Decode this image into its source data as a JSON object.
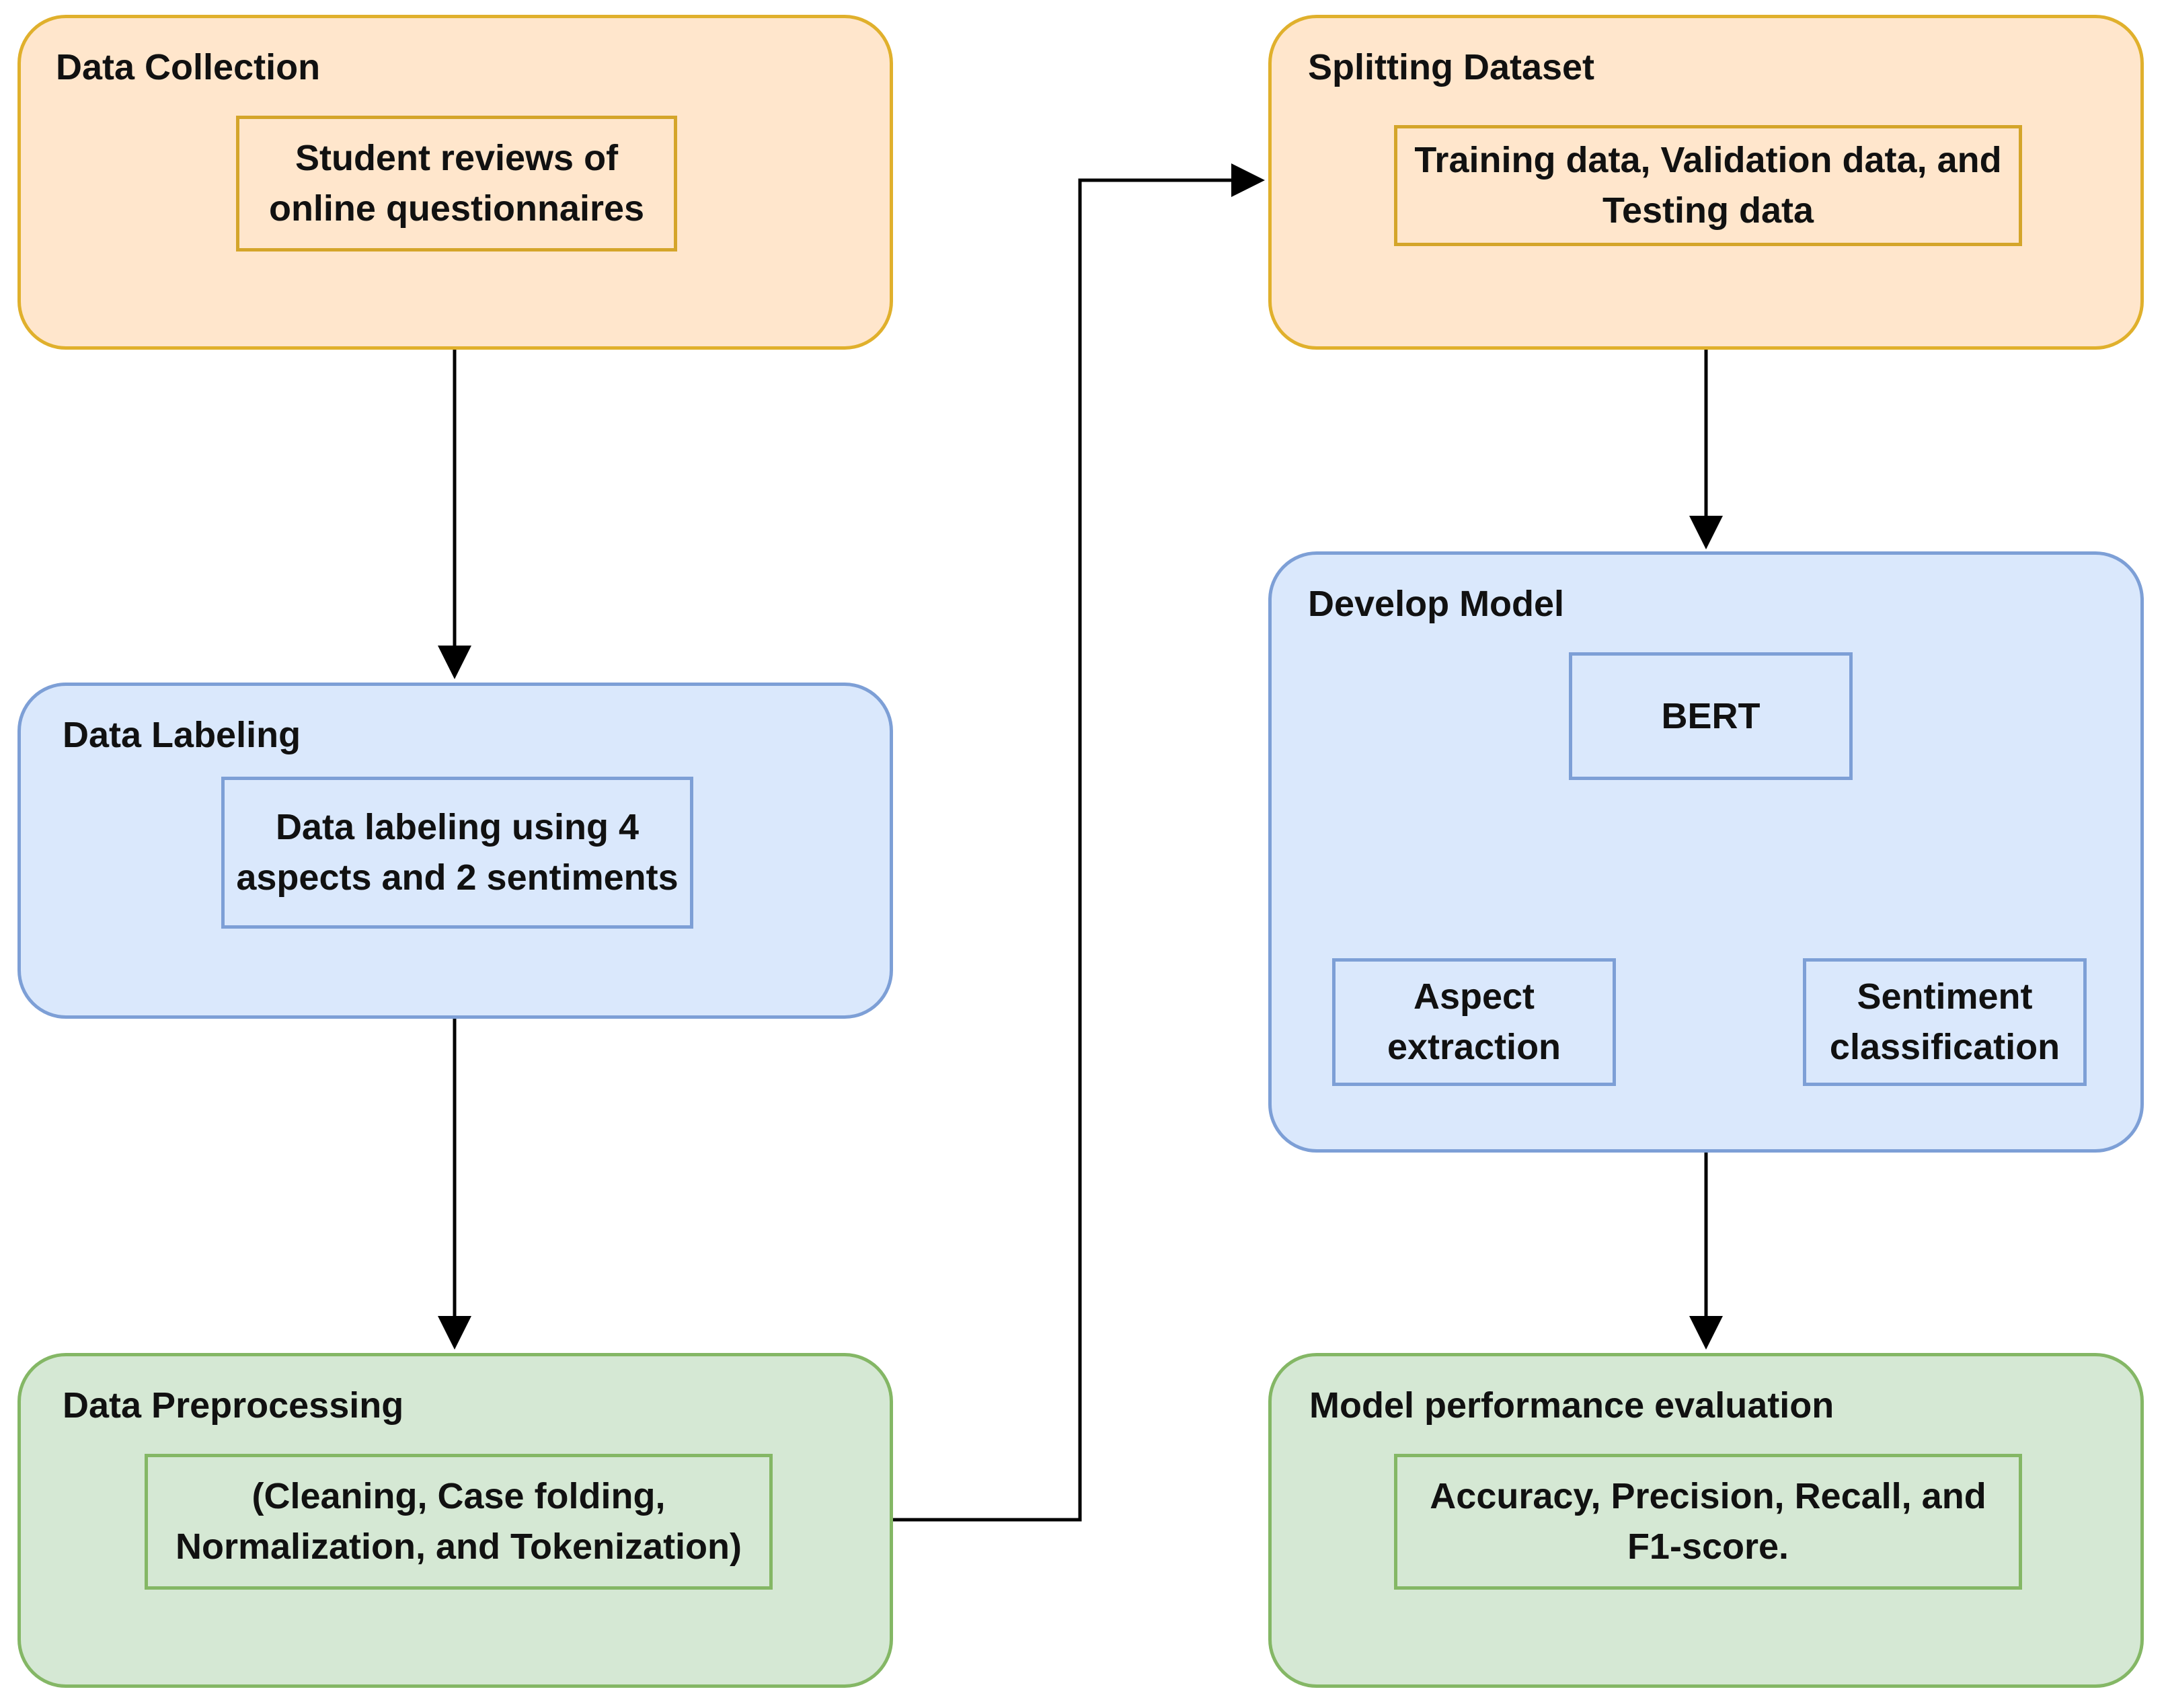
{
  "steps": {
    "collection": {
      "title": "Data Collection",
      "content": "Student reviews of\nonline questionnaires"
    },
    "labeling": {
      "title": "Data Labeling",
      "content": "Data labeling using 4\naspects and 2 sentiments"
    },
    "preprocessing": {
      "title": "Data Preprocessing",
      "content": "(Cleaning, Case folding,\nNormalization, and Tokenization)"
    },
    "splitting": {
      "title": "Splitting Dataset",
      "content": "Training data, Validation data, and\nTesting data"
    },
    "model": {
      "title": "Develop Model",
      "root": "BERT",
      "left": "Aspect\nextraction",
      "right": "Sentiment\nclassification"
    },
    "evaluation": {
      "title": "Model performance evaluation",
      "content": "Accuracy, Precision, Recall, and\nF1-score."
    }
  },
  "colors": {
    "orange_fill": "#ffe6cc",
    "blue_fill": "#dae8fc",
    "green_fill": "#d5e8d4"
  }
}
